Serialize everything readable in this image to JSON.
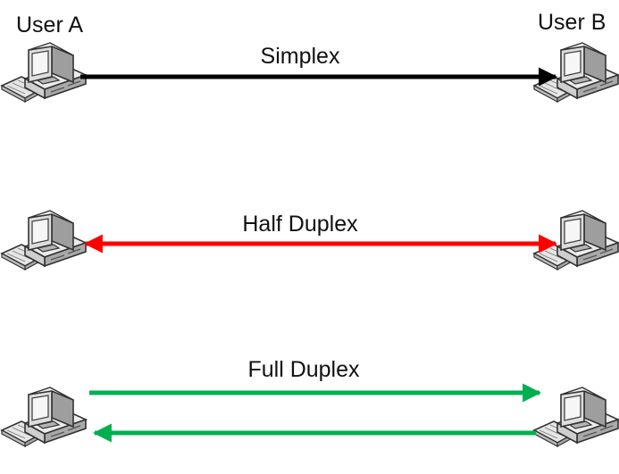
{
  "users": {
    "left_label": "User A",
    "right_label": "User B"
  },
  "modes": [
    {
      "label": "Simplex",
      "color": "#000000",
      "direction": "A-to-B"
    },
    {
      "label": "Half Duplex",
      "color": "#ff0000",
      "direction": "bidirectional-shared"
    },
    {
      "label": "Full Duplex",
      "color": "#00b050",
      "direction": "two-separate-channels"
    }
  ],
  "icons": [
    "computer-icon"
  ]
}
